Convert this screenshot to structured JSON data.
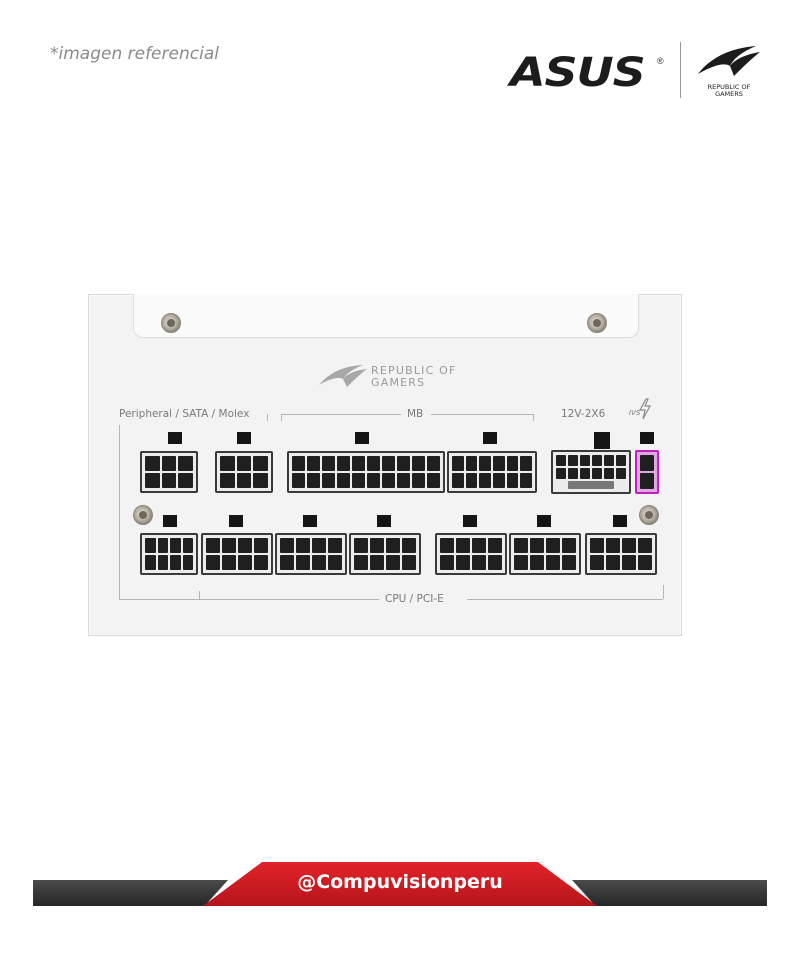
{
  "caption": "*imagen referencial",
  "brand": {
    "asus": "ASUS",
    "registered": "®",
    "rog_line1": "REPUBLIC OF",
    "rog_line2": "GAMERS"
  },
  "panel": {
    "rog_line1": "REPUBLIC OF",
    "rog_line2": "GAMERS",
    "label_peripheral": "Peripheral / SATA / Molex",
    "label_mb": "MB",
    "label_12v": "12V-2X6",
    "label_ivs": "IVS",
    "label_cpu": "CPU / PCI-E"
  },
  "footer": {
    "handle": "@Compuvisionperu"
  },
  "colors": {
    "accent_red": "#d01e24",
    "dark_band": "#333333",
    "sense_pins": "#c020c0"
  }
}
